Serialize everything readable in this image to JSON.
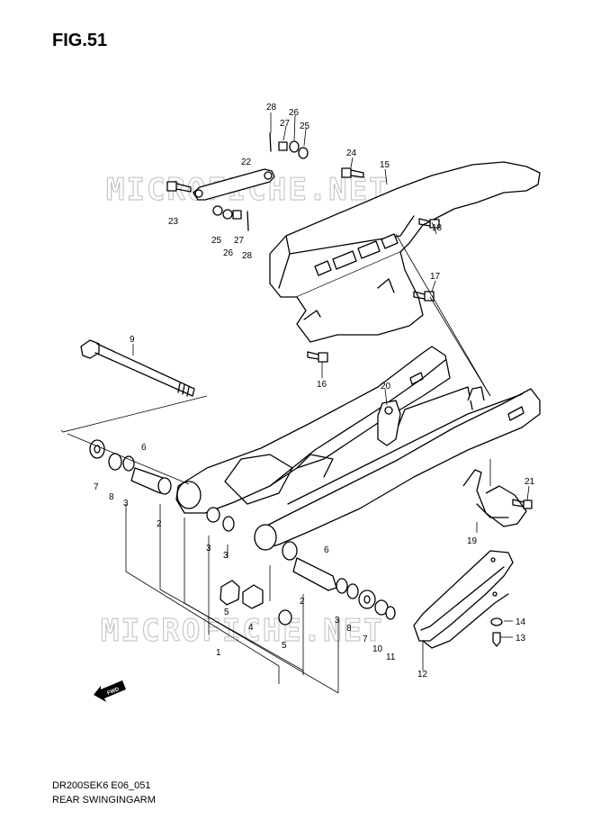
{
  "figure": {
    "title": "FIG.51",
    "model_code": "DR200SEK6 E06_051",
    "section_name": "REAR SWINGINGARM",
    "watermark": "MICROFICHE.NET",
    "fwd_label": "FWD"
  },
  "callouts": {
    "c1": "1",
    "c2a": "2",
    "c2b": "2",
    "c3a": "3",
    "c3b": "3",
    "c3c": "3",
    "c3d": "3",
    "c4": "4",
    "c5a": "5",
    "c5b": "5",
    "c6a": "6",
    "c6b": "6",
    "c7a": "7",
    "c7b": "7",
    "c8a": "8",
    "c8b": "8",
    "c9": "9",
    "c10": "10",
    "c11": "11",
    "c12": "12",
    "c13": "13",
    "c14": "14",
    "c15": "15",
    "c16": "16",
    "c17": "17",
    "c18": "18",
    "c19": "19",
    "c20": "20",
    "c21": "21",
    "c22": "22",
    "c23": "23",
    "c24": "24",
    "c25a": "25",
    "c25b": "25",
    "c26a": "26",
    "c26b": "26",
    "c27a": "27",
    "c27b": "27",
    "c28a": "28",
    "c28b": "28"
  }
}
